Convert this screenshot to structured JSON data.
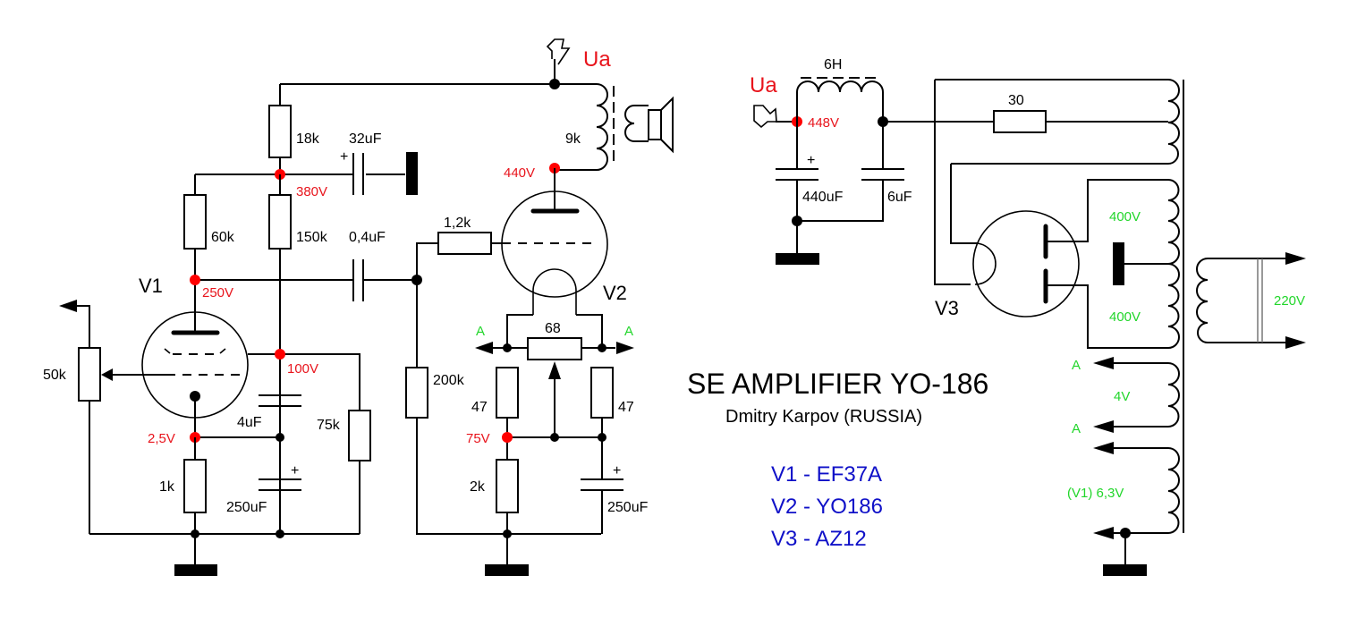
{
  "title": "SE AMPLIFIER YO-186",
  "author": "Dmitry Karpov (RUSSIA)",
  "tubes": [
    {
      "ref": "V1",
      "type": "EF37A",
      "legend": "V1 - EF37A"
    },
    {
      "ref": "V2",
      "type": "YO186",
      "legend": "V2 - YO186"
    },
    {
      "ref": "V3",
      "type": "AZ12",
      "legend": "V3 - AZ12"
    }
  ],
  "tube_labels": {
    "v1": "V1",
    "v2": "V2",
    "v3": "V3"
  },
  "supply_label": "Ua",
  "components": {
    "r_18k": "18k",
    "c_32uf": "32uF",
    "r_60k": "60k",
    "r_150k": "150k",
    "c_04uf": "0,4uF",
    "pot_50k": "50k",
    "c_4uf": "4uF",
    "r_75k": "75k",
    "r_1k": "1k",
    "c_250uf_v1": "250uF",
    "r_1_2k": "1,2k",
    "ot_9k": "9k",
    "r_200k": "200k",
    "pot_68": "68",
    "r_47_left": "47",
    "r_47_right": "47",
    "r_2k": "2k",
    "c_250uf_v2": "250uF",
    "choke_6h": "6H",
    "c_440uf": "440uF",
    "c_6uf": "6uF",
    "r_30": "30"
  },
  "voltages": {
    "v380": "380V",
    "v250": "250V",
    "v100": "100V",
    "v2_5": "2,5V",
    "v440": "440V",
    "v75": "75V",
    "v448": "448V"
  },
  "transformer_labels": {
    "hv_upper": "400V",
    "hv_lower": "400V",
    "mains": "220V",
    "heater_4v": "4V",
    "heater_6_3v": "(V1)  6,3V",
    "tap_a": "A"
  },
  "colors": {
    "wire": "#000000",
    "node_voltage": "#e8141c",
    "transformer_voltage": "#22d62b",
    "tube_legend": "#0f10c8"
  }
}
